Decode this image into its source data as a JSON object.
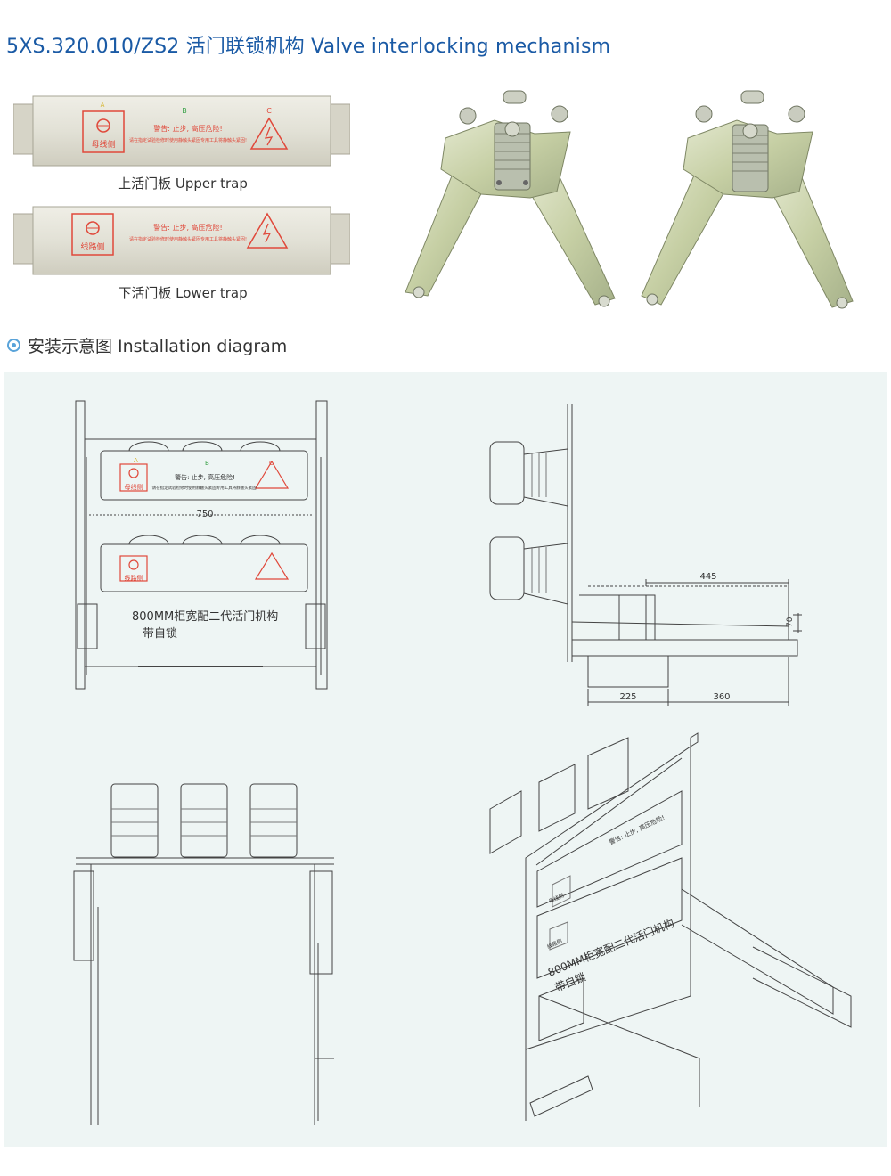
{
  "header": {
    "title": "5XS.320.010/ZS2 活门联锁机构 Valve interlocking mechanism"
  },
  "products": {
    "upper_trap": {
      "caption": "上活门板 Upper trap",
      "label_a": "A",
      "label_b": "B",
      "label_c": "C",
      "warning": "警告: 止步, 高压危险!",
      "notice": "请在指定试验检修时使用静触头紧固专用工具将静触头紧固!",
      "side": "母线侧"
    },
    "lower_trap": {
      "caption": "下活门板 Lower trap",
      "warning": "警告: 止步, 高压危险!",
      "notice": "请在指定试验检修时使用静触头紧固专用工具将静触头紧固!",
      "side": "线路侧"
    }
  },
  "section": {
    "title": "安装示意图 Installation diagram"
  },
  "diagrams": {
    "front": {
      "dim_750": "750",
      "label_a": "A",
      "label_b": "B",
      "label_c": "C",
      "warning": "警告: 止步, 高压危险!",
      "notice": "请在指定试验检修时使用静触头紧固专用工具将静触头紧固!",
      "side_upper": "母线侧",
      "side_lower": "线路侧",
      "model_line1": "800MM柜宽配二代活门机构",
      "model_line2": "带自锁"
    },
    "side": {
      "dim_445": "445",
      "dim_70": "70",
      "dim_225": "225",
      "dim_360": "360"
    },
    "iso": {
      "warning": "警告: 止步, 高压危险!",
      "side_upper": "母线侧",
      "side_lower": "线路侧",
      "model_line1": "800MM柜宽配二代活门机构",
      "model_line2": "带自锁"
    }
  },
  "colors": {
    "title": "#1a5aa5",
    "diagram_bg": "#eef5f4",
    "warning_red": "#e0483a",
    "panel_beige": "#e2e0d3",
    "metal": "#c9d2a8"
  }
}
